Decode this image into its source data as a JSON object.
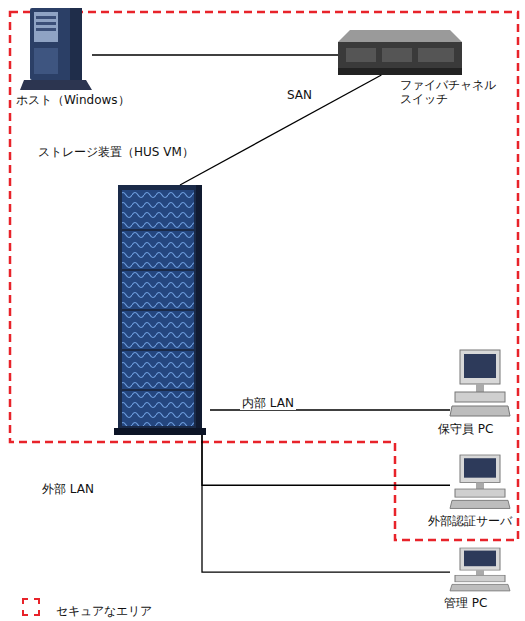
{
  "diagram": {
    "nodes": [
      {
        "text": [
          "ホスト（Windows）"
        ]
      },
      {
        "text": [
          "ファイバチャネル スイッチ"
        ]
      },
      {
        "text": [
          "ストレージ装置（HUS VM）"
        ]
      },
      {
        "text": [
          "保守員 PC"
        ]
      },
      {
        "text": [
          "外部認証サーバ"
        ]
      },
      {
        "text": [
          "管理 PC"
        ]
      }
    ],
    "edges": [
      {
        "from": 0,
        "to": 1,
        "arrow": "none"
      },
      {
        "from": 1,
        "to": 2,
        "arrow": "none"
      },
      {
        "from": 2,
        "to": 3,
        "label": "内部 LAN",
        "arrow": "none"
      },
      {
        "from": 2,
        "to": 4,
        "arrow": "none"
      },
      {
        "from": 2,
        "to": 5,
        "arrow": "none"
      }
    ],
    "labels": [
      "SAN",
      "外部 LAN"
    ],
    "legend": [
      {
        "text": "セキュアなエリア"
      }
    ]
  }
}
